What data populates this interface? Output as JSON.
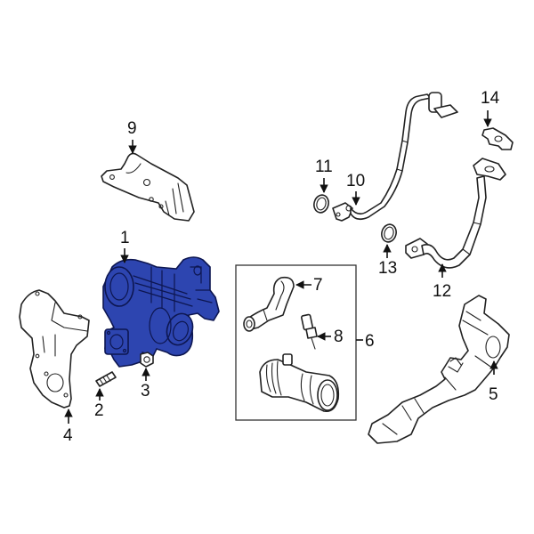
{
  "diagram": {
    "type": "exploded-parts-diagram",
    "highlight_color": "#2d45b0",
    "highlighted_part": "1",
    "callouts": [
      {
        "id": "1",
        "label": "1",
        "part": "turbocharger",
        "highlighted": true
      },
      {
        "id": "2",
        "label": "2",
        "part": "stud"
      },
      {
        "id": "3",
        "label": "3",
        "part": "nut"
      },
      {
        "id": "4",
        "label": "4",
        "part": "heat-shield-lower"
      },
      {
        "id": "5",
        "label": "5",
        "part": "intake-pipe"
      },
      {
        "id": "6",
        "label": "6",
        "part": "hose-assembly-group"
      },
      {
        "id": "7",
        "label": "7",
        "part": "hose"
      },
      {
        "id": "8",
        "label": "8",
        "part": "sensor"
      },
      {
        "id": "9",
        "label": "9",
        "part": "heat-shield-upper"
      },
      {
        "id": "10",
        "label": "10",
        "part": "oil-feed-line"
      },
      {
        "id": "11",
        "label": "11",
        "part": "seal-ring"
      },
      {
        "id": "12",
        "label": "12",
        "part": "oil-return-line"
      },
      {
        "id": "13",
        "label": "13",
        "part": "seal-ring"
      },
      {
        "id": "14",
        "label": "14",
        "part": "gasket"
      }
    ]
  }
}
